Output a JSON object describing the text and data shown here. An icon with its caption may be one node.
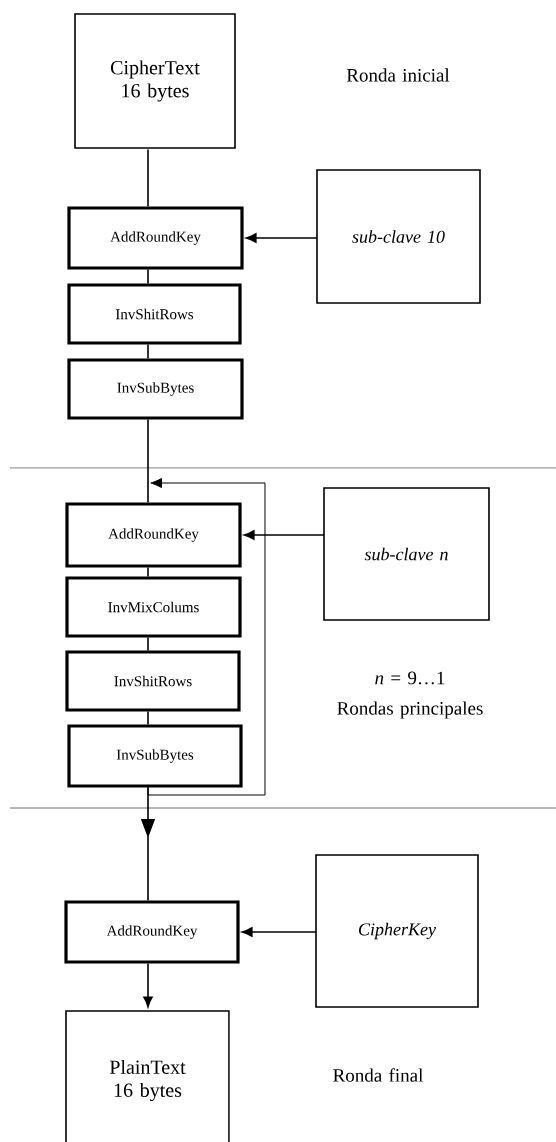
{
  "diagram": {
    "nodes": [
      {
        "text": [
          "CipherText 16 bytes"
        ]
      },
      {
        "text": [
          "sub-clave 10"
        ]
      },
      {
        "text": [
          "AddRoundKey"
        ]
      },
      {
        "text": [
          "InvShitRows"
        ]
      },
      {
        "text": [
          "InvSubBytes"
        ]
      },
      {
        "text": [
          "AddRoundKey"
        ]
      },
      {
        "text": [
          "sub-clave n"
        ]
      },
      {
        "text": [
          "InvMixColums"
        ]
      },
      {
        "text": [
          "InvShitRows"
        ]
      },
      {
        "text": [
          "InvSubBytes"
        ]
      },
      {
        "text": [
          "AddRoundKey"
        ]
      },
      {
        "text": [
          "CipherKey"
        ]
      },
      {
        "text": [
          "PlainText 16 bytes"
        ]
      }
    ],
    "edges": [
      {
        "from": 0,
        "to": 2,
        "arrow": "none"
      },
      {
        "from": 1,
        "to": 2,
        "arrow": "to"
      },
      {
        "from": 2,
        "to": 3,
        "arrow": "none"
      },
      {
        "from": 3,
        "to": 4,
        "arrow": "none"
      },
      {
        "from": 4,
        "to": 5,
        "arrow": "none"
      },
      {
        "from": 6,
        "to": 5,
        "arrow": "to"
      },
      {
        "from": 5,
        "to": 7,
        "arrow": "none"
      },
      {
        "from": 7,
        "to": 8,
        "arrow": "none"
      },
      {
        "from": 8,
        "to": 9,
        "arrow": "none"
      },
      {
        "from": 9,
        "to": 5,
        "arrow": "to"
      },
      {
        "from": 9,
        "to": 10,
        "arrow": "to"
      },
      {
        "from": 11,
        "to": 10,
        "arrow": "to"
      },
      {
        "from": 10,
        "to": 12,
        "arrow": "to"
      }
    ],
    "labels": [
      "Ronda inicial",
      "*n* = 9…1",
      "Rondas principales",
      "Ronda final"
    ]
  }
}
